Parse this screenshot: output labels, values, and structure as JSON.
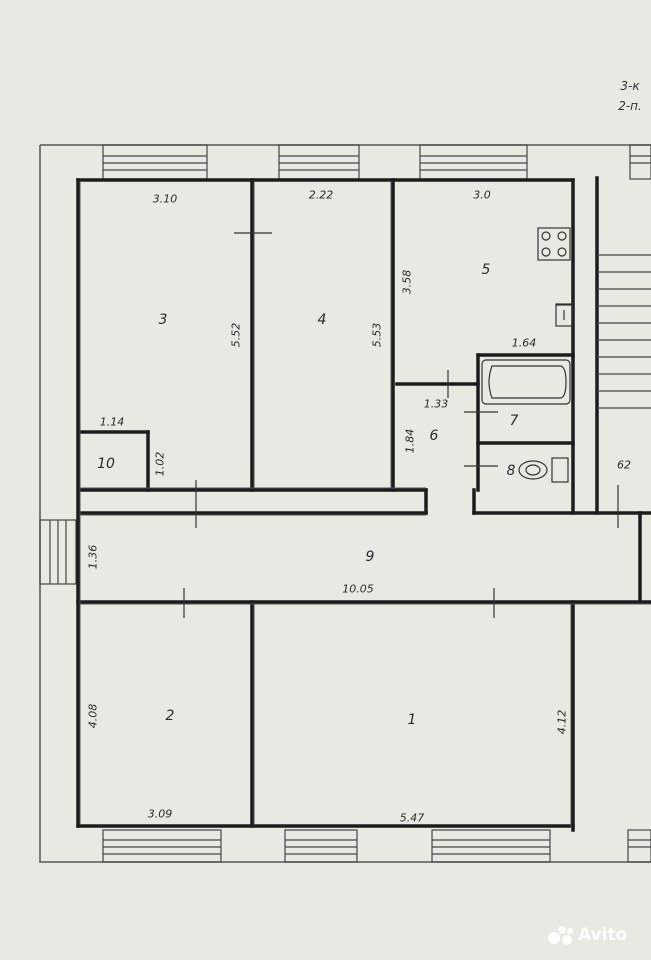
{
  "corner_text": {
    "line1": "3-к",
    "line2": "2-п."
  },
  "rooms": {
    "r1": "1",
    "r2": "2",
    "r3": "3",
    "r4": "4",
    "r5": "5",
    "r6": "6",
    "r7": "7",
    "r8": "8",
    "r9": "9",
    "r10": "10"
  },
  "dimensions": {
    "top_room3": "3.10",
    "top_room4": "2.22",
    "top_room5": "3.0",
    "h_room3": "5.52",
    "h_room4": "5.53",
    "h_room5": "3.58",
    "bath_width": "1.64",
    "hall_width": "1.33",
    "closet_width": "1.14",
    "closet_depth": "1.02",
    "hall_depth": "1.84",
    "stair_gap": "62",
    "corridor_depth": "1.36",
    "corridor_length": "10.05",
    "h_room2": "4.08",
    "h_room1": "4.12",
    "bottom_room2": "3.09",
    "bottom_room1": "5.47"
  },
  "watermark": {
    "text": "Avito"
  }
}
